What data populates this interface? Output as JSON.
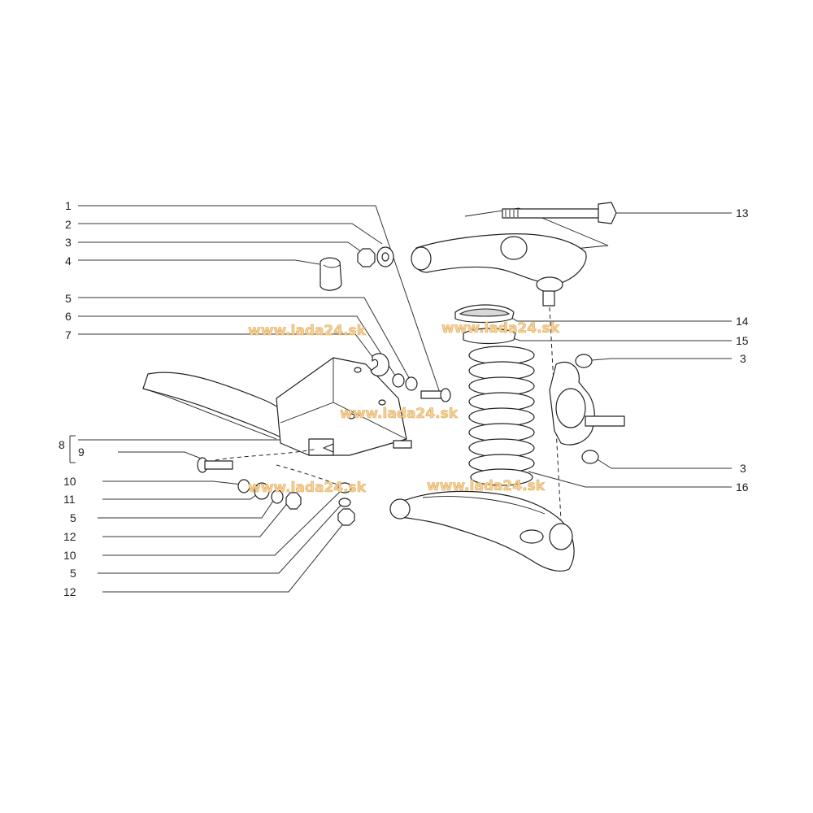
{
  "watermark": "www.lada24.sk",
  "colors": {
    "line": "#222222",
    "watermark_fill": "#f2d2a0",
    "watermark_stroke": "#e3a64a"
  },
  "callouts": [
    {
      "id": "c1",
      "text": "1"
    },
    {
      "id": "c2",
      "text": "2"
    },
    {
      "id": "c3a",
      "text": "3"
    },
    {
      "id": "c4",
      "text": "4"
    },
    {
      "id": "c5a",
      "text": "5"
    },
    {
      "id": "c6",
      "text": "6"
    },
    {
      "id": "c7",
      "text": "7"
    },
    {
      "id": "c8",
      "text": "8"
    },
    {
      "id": "c9",
      "text": "9"
    },
    {
      "id": "c10a",
      "text": "10"
    },
    {
      "id": "c11",
      "text": "11"
    },
    {
      "id": "c5b",
      "text": "5"
    },
    {
      "id": "c12a",
      "text": "12"
    },
    {
      "id": "c10b",
      "text": "10"
    },
    {
      "id": "c5c",
      "text": "5"
    },
    {
      "id": "c12b",
      "text": "12"
    },
    {
      "id": "c13",
      "text": "13"
    },
    {
      "id": "c14",
      "text": "14"
    },
    {
      "id": "c15",
      "text": "15"
    },
    {
      "id": "c3b",
      "text": "3"
    },
    {
      "id": "c3c",
      "text": "3"
    },
    {
      "id": "c16",
      "text": "16"
    }
  ]
}
